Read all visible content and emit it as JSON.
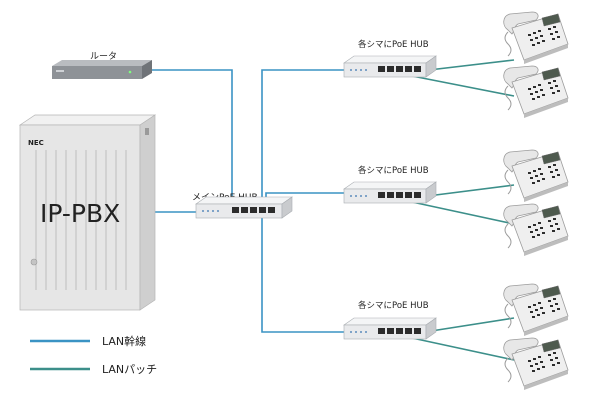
{
  "colors": {
    "trunk": "#3a93c4",
    "patch": "#3c8f8a",
    "pbx_body": "#e6e6e6",
    "device_grey": "#8e9297",
    "hub_body": "#e9eaec"
  },
  "labels": {
    "router": "ルータ",
    "pbx_brand": "NEC",
    "pbx_name": "IP-PBX",
    "main_hub": "メインPoE HUB",
    "branch_hubs": [
      "各シマにPoE HUB",
      "各シマにPoE HUB",
      "各シマにPoE HUB"
    ]
  },
  "legend": [
    {
      "label": "LAN幹線",
      "color_key": "trunk"
    },
    {
      "label": "LANパッチ",
      "color_key": "patch"
    }
  ],
  "icons": {
    "router": "router-icon",
    "pbx": "server-cabinet-icon",
    "hub": "network-switch-icon",
    "phone": "desk-phone-icon"
  }
}
